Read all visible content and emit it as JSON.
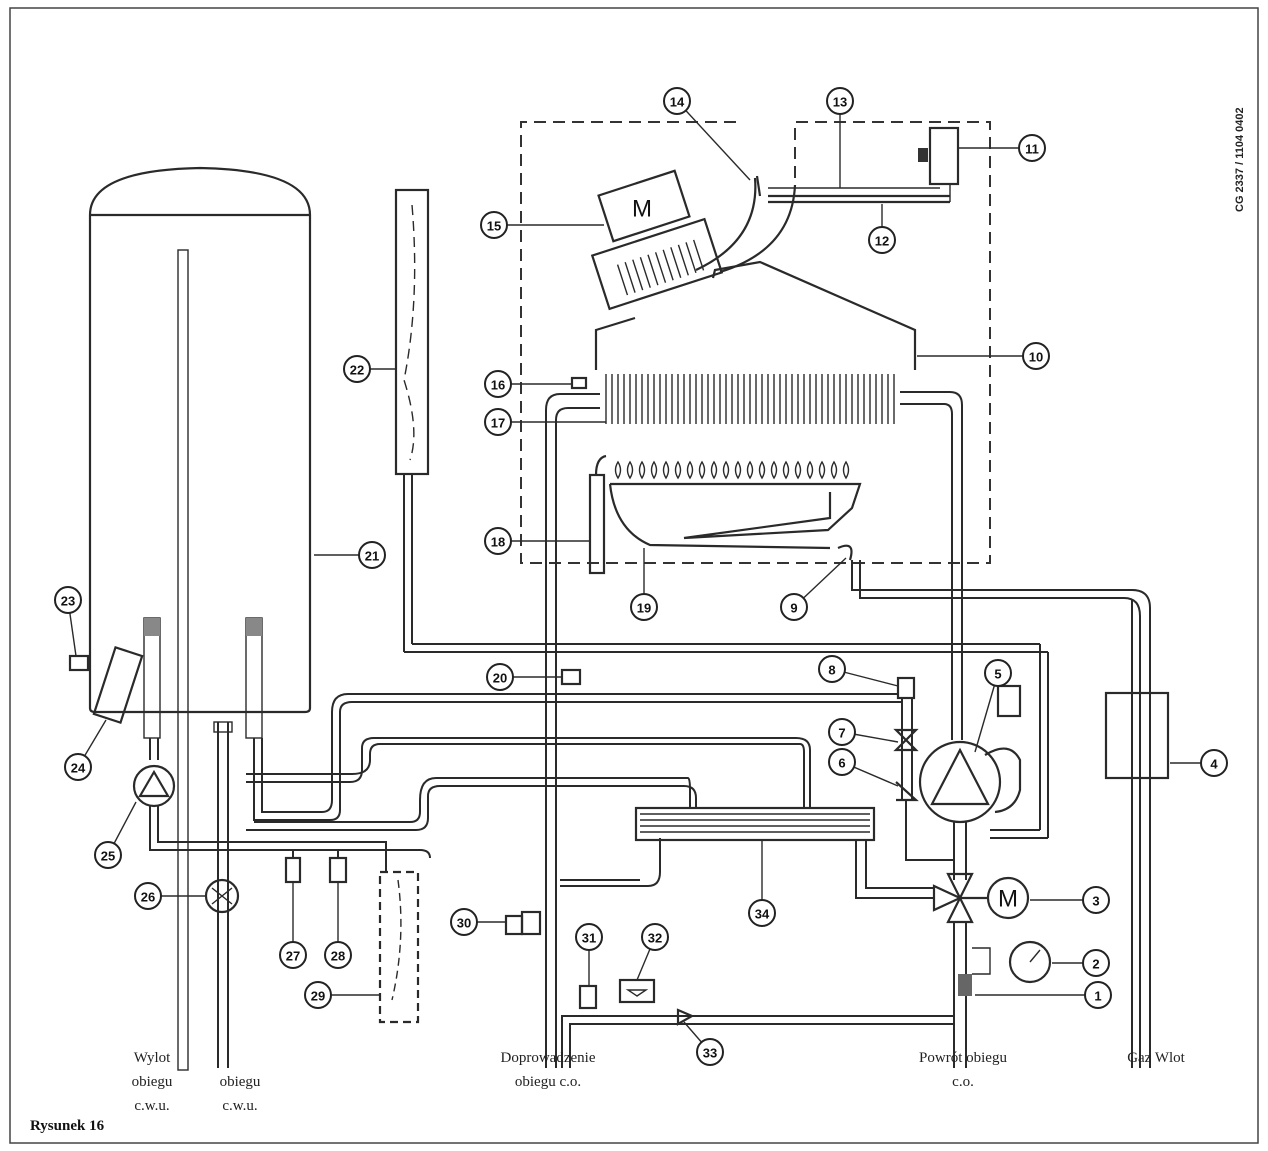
{
  "document": {
    "code": "CG 2337 / 1104 0402",
    "figure_label": "Rysunek 16"
  },
  "callouts": [
    "1",
    "2",
    "3",
    "4",
    "5",
    "6",
    "7",
    "8",
    "9",
    "10",
    "11",
    "12",
    "13",
    "14",
    "15",
    "16",
    "17",
    "18",
    "19",
    "20",
    "21",
    "22",
    "23",
    "24",
    "25",
    "26",
    "27",
    "28",
    "29",
    "30",
    "31",
    "32",
    "33",
    "34"
  ],
  "motor_symbol": "M",
  "pipe_labels": {
    "dhw_out": [
      "Wylot",
      "obiegu",
      "c.w.u."
    ],
    "dhw_in": [
      "obiegu",
      "c.w.u."
    ],
    "ch_supply": [
      "Doprowadzenie",
      "obiegu c.o."
    ],
    "ch_return": [
      "Powrót obiegu",
      "c.o."
    ],
    "gas_in": [
      "Gaz Wlot"
    ]
  }
}
